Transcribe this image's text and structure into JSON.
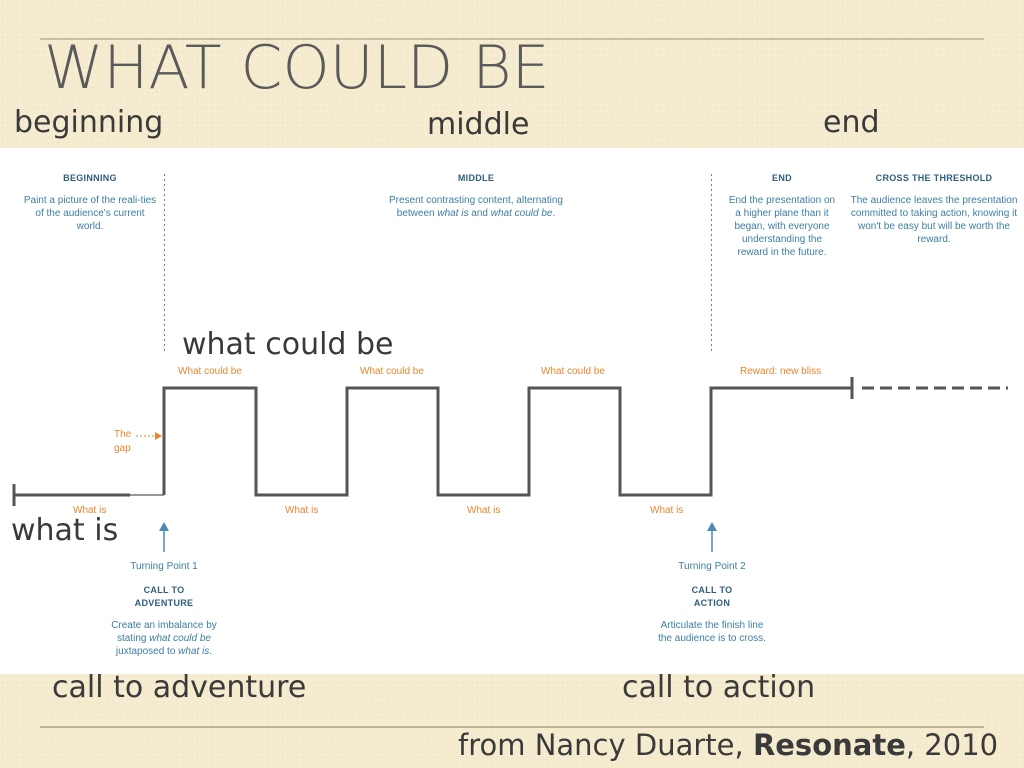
{
  "slide": {
    "title": "WHAT COULD BE",
    "labels": {
      "beginning": "beginning",
      "middle": "middle",
      "end": "end",
      "what_could_be": "what could be",
      "what_is": "what is",
      "call_to_adventure": "call to adventure",
      "call_to_action": "call to action"
    },
    "credit": {
      "prefix": "from Nancy Duarte, ",
      "book": "Resonate",
      "suffix": ",  2010"
    }
  },
  "diagram": {
    "sections": {
      "beginning": {
        "heading": "BEGINNING",
        "text": "Paint a picture of the reali-ties of the audience's current world."
      },
      "middle": {
        "heading": "MIDDLE",
        "text_pre": "Present contrasting content, alternating between ",
        "text_em1": "what is",
        "text_mid": " and ",
        "text_em2": "what could be",
        "text_post": "."
      },
      "end": {
        "heading": "END",
        "text": "End the presentation on a higher plane than it began, with everyone understanding the reward in the future."
      },
      "cross": {
        "heading": "CROSS THE THRESHOLD",
        "text": "The audience leaves the presentation committed to taking action, knowing it won't be easy but will be worth the reward."
      }
    },
    "high_labels": [
      "What could be",
      "What could be",
      "What could be"
    ],
    "reward_label": "Reward: new bliss",
    "low_labels": [
      "What is",
      "What is",
      "What is",
      "What is"
    ],
    "gap_label": [
      "The",
      "gap"
    ],
    "turning_point_1": {
      "label": "Turning Point 1",
      "heading": [
        "CALL TO",
        "ADVENTURE"
      ],
      "text_1": "Create an imbalance by",
      "text_2_pre": "stating ",
      "text_2_em": "what could be",
      "text_3_pre": "juxtaposed to ",
      "text_3_em": "what is",
      "text_3_post": "."
    },
    "turning_point_2": {
      "label": "Turning Point 2",
      "heading": [
        "CALL TO",
        "ACTION"
      ],
      "text_1": "Articulate the finish line",
      "text_2": "the audience is to cross."
    },
    "colors": {
      "line": "#555555",
      "divider": "#4a8ab3",
      "orange": "#e8862f",
      "heading": "#2e5f7d",
      "desc": "#3d7ea6"
    }
  }
}
